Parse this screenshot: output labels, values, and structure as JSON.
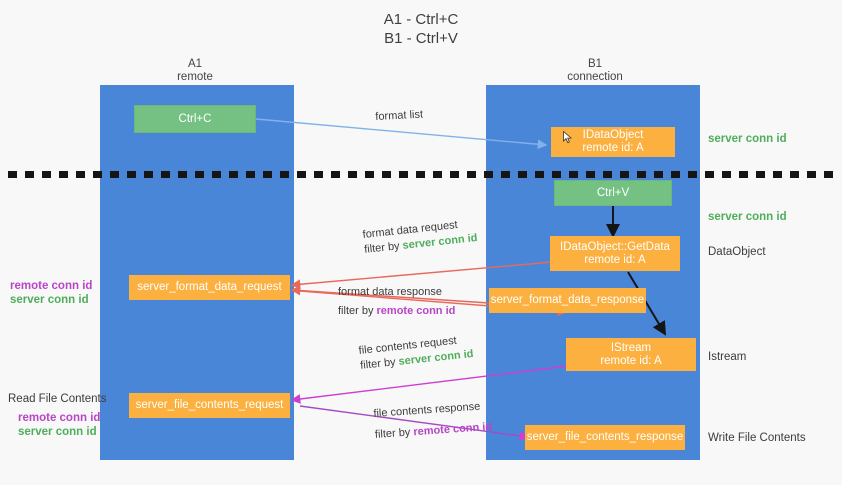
{
  "title": {
    "line1": "A1 - Ctrl+C",
    "line2": "B1 - Ctrl+V"
  },
  "columns": [
    {
      "name": "A1",
      "sub": "remote"
    },
    {
      "name": "B1",
      "sub": "connection"
    }
  ],
  "colors": {
    "lane": "#4a86d8",
    "green_node": "#74c183",
    "orange_node": "#fbb040",
    "server_conn": "#4fad5b",
    "remote_conn": "#b845c8",
    "arrow_blue": "#7fb3e8",
    "arrow_red": "#e8685a",
    "arrow_magenta": "#cc3fd0",
    "arrow_black": "#151515",
    "background": "#f8f8f8"
  },
  "nodes": {
    "ctrl_c": {
      "label": "Ctrl+C"
    },
    "ctrl_v": {
      "label": "Ctrl+V"
    },
    "idataobject": {
      "line1": "IDataObject",
      "line2": "remote id: A"
    },
    "getdata": {
      "line1": "IDataObject::GetData",
      "line2": "remote id: A"
    },
    "istream": {
      "line1": "IStream",
      "line2": "remote id: A"
    },
    "server_format_data_request": {
      "label": "server_format_data_request"
    },
    "server_format_data_response": {
      "label": "server_format_data_response"
    },
    "server_file_contents_request": {
      "label": "server_file_contents_request"
    },
    "server_file_contents_response": {
      "label": "server_file_contents_response"
    }
  },
  "right_labels": {
    "server_conn_id_1": "server conn id",
    "server_conn_id_2": "server conn id",
    "dataobject": "DataObject",
    "istream": "Istream",
    "write_file_contents": "Write File Contents"
  },
  "left_labels": {
    "remote_conn_id_1": "remote conn id",
    "server_conn_id_1": "server conn id",
    "read_file_contents": "Read File Contents",
    "remote_conn_id_2": "remote conn id",
    "server_conn_id_2": "server conn id"
  },
  "edges": {
    "format_list": {
      "label": "format list"
    },
    "format_data_request": {
      "line1": "format data request",
      "filter_prefix": "filter by ",
      "filter_value": "server conn id"
    },
    "format_data_response": {
      "line1": "format data response",
      "filter_prefix": "filter by ",
      "filter_value": "remote conn id"
    },
    "file_contents_request": {
      "line1": "file contents request",
      "filter_prefix": "filter by ",
      "filter_value": "server conn id"
    },
    "file_contents_response": {
      "line1": "file contents response",
      "filter_prefix": "filter by ",
      "filter_value": "remote conn id"
    }
  }
}
